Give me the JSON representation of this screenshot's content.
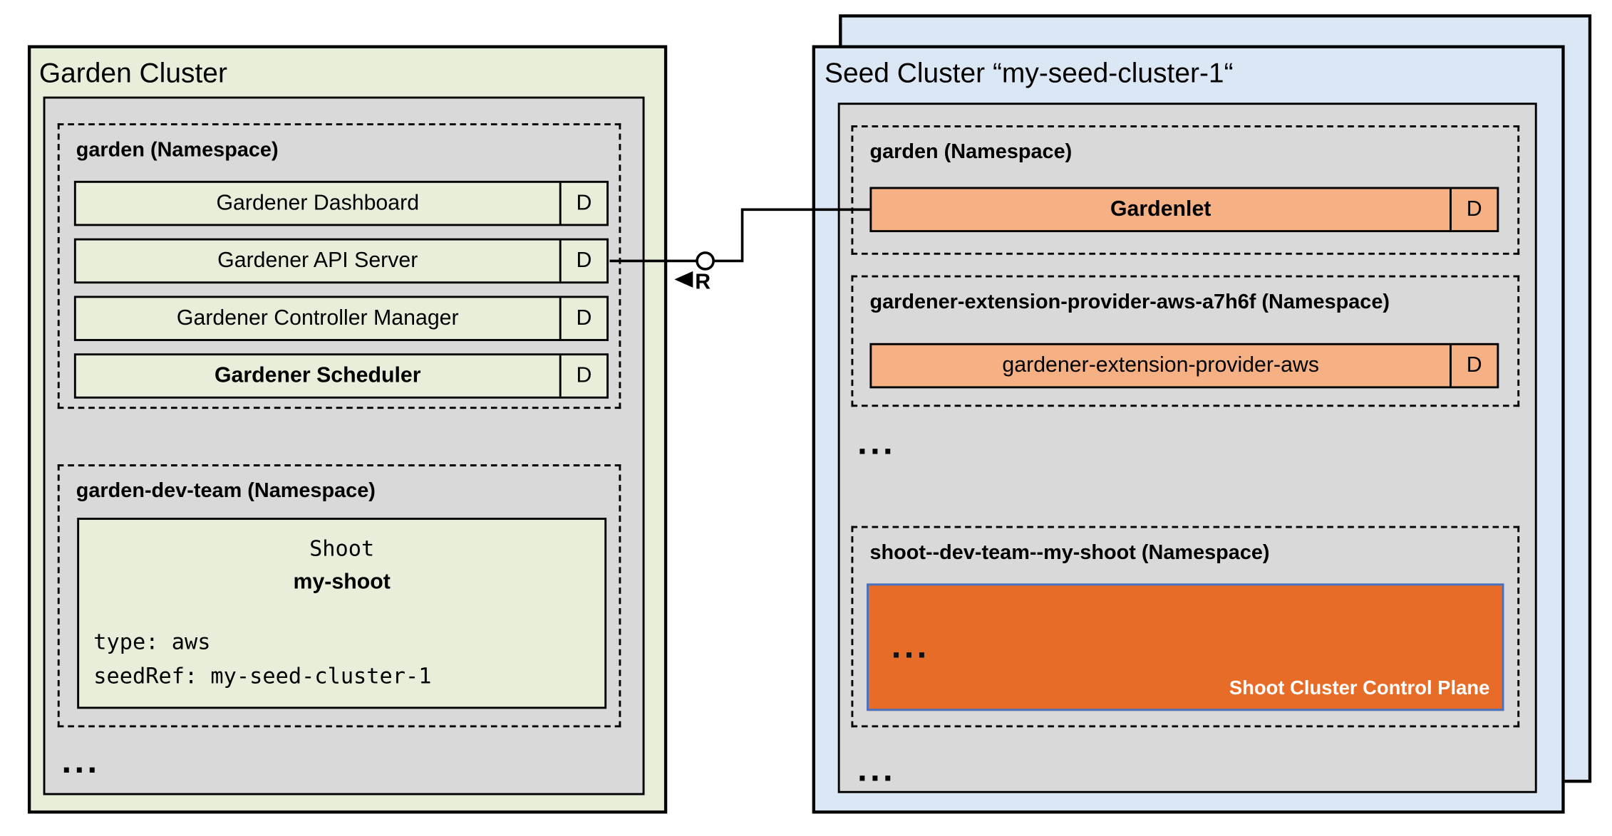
{
  "colors": {
    "garden_cluster_bg": "#e7efda",
    "seed_cluster_bg": "#dbe7f4",
    "inner_gray": "#d9d9d9",
    "component_green": "#e7efda",
    "component_orange": "#f5b183",
    "control_plane_orange": "#e66c28",
    "control_plane_border": "#4472c4",
    "line": "#000000"
  },
  "garden_cluster": {
    "title": "Garden Cluster",
    "namespace_garden": {
      "label": "garden (Namespace)",
      "components": [
        {
          "label": "Gardener Dashboard",
          "badge": "D"
        },
        {
          "label": "Gardener API Server",
          "badge": "D"
        },
        {
          "label": "Gardener Controller Manager",
          "badge": "D"
        },
        {
          "label": "Gardener Scheduler",
          "badge": "D"
        }
      ]
    },
    "namespace_dev": {
      "label": "garden-dev-team (Namespace)",
      "shoot": {
        "kind": "Shoot",
        "name": "my-shoot",
        "spec_line_1": "type: aws",
        "spec_line_2": "seedRef: my-seed-cluster-1"
      }
    },
    "ellipsis": "..."
  },
  "connector": {
    "label": "R"
  },
  "seed_cluster": {
    "title": "Seed Cluster “my-seed-cluster-1“",
    "namespace_garden": {
      "label": "garden (Namespace)",
      "components": [
        {
          "label": "Gardenlet",
          "badge": "D"
        }
      ]
    },
    "namespace_extension": {
      "label": "gardener-extension-provider-aws-a7h6f (Namespace)",
      "components": [
        {
          "label": "gardener-extension-provider-aws",
          "badge": "D"
        }
      ]
    },
    "ellipsis_mid": "...",
    "namespace_shoot": {
      "label": "shoot--dev-team--my-shoot (Namespace)",
      "control_plane": {
        "ellipsis": "...",
        "label": "Shoot Cluster Control Plane"
      }
    },
    "ellipsis_bottom": "..."
  }
}
